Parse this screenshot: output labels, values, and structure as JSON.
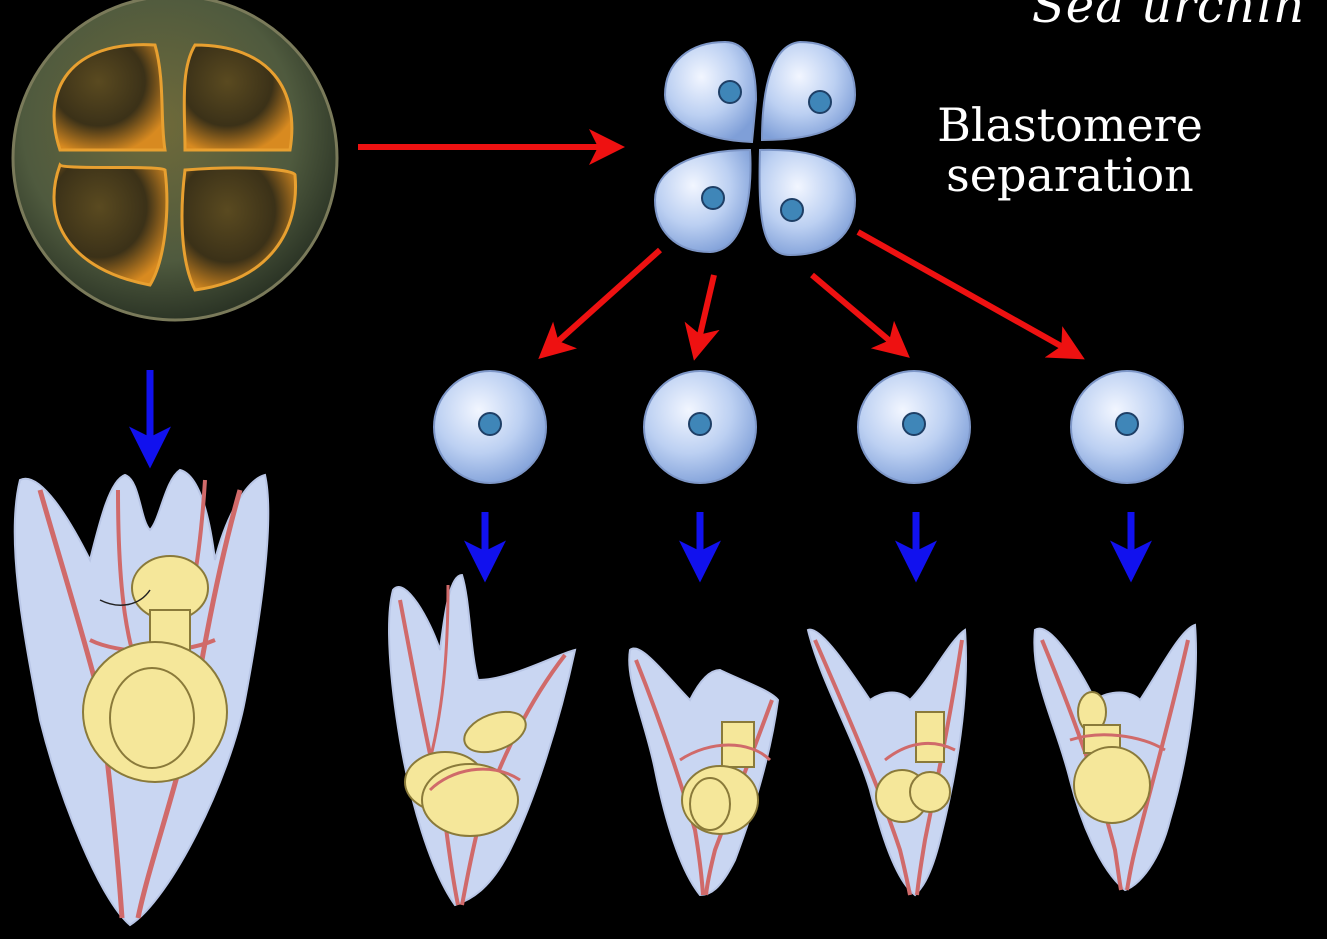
{
  "title": "Sea urchin",
  "label": {
    "line1": "Blastomere",
    "line2": "separation"
  },
  "colors": {
    "background": "#000000",
    "red_arrow": "#ee1111",
    "blue_arrow": "#1111ee",
    "cell": "#a9c4ee",
    "nucleus": "#3f86b8",
    "larva_body": "#c9d6f2",
    "larva_skeleton": "#d06a6a",
    "larva_gut": "#f5e79a"
  },
  "icons": {
    "egg": "four-cell-embryo-photo",
    "cluster": "four-blastomeres",
    "cell": "isolated-blastomere",
    "larva": "pluteus-larva"
  }
}
